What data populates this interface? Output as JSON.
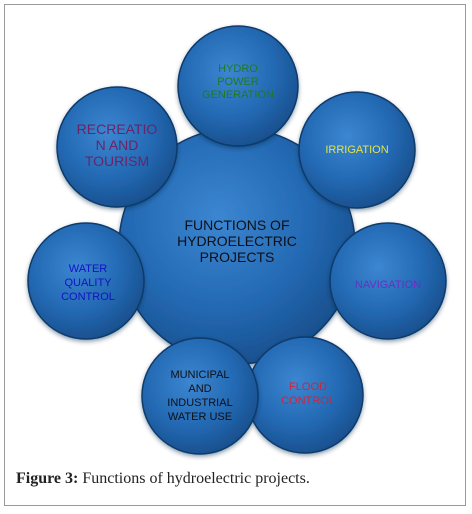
{
  "colors": {
    "circle_fill": "#2369b3",
    "circle_shade": "#164a85",
    "circle_highlight": "#3c86d1",
    "outline": "#0f3a6b",
    "center_text": "#0f0f14",
    "hydro": "#1f7a1f",
    "irrigation": "#e3e34a",
    "navigation": "#6a2fc2",
    "flood": "#d0243c",
    "municipal": "#0f0f14",
    "water_quality": "#1410c6",
    "recreation": "#6a2466"
  },
  "center": {
    "lines": [
      "FUNCTIONS OF",
      "HYDROELECTRIC",
      "PROJECTS"
    ]
  },
  "nodes": {
    "hydro": {
      "lines": [
        "HYDRO",
        "POWER",
        "GENERATION"
      ]
    },
    "irrigation": {
      "lines": [
        "IRRIGATION"
      ]
    },
    "navigation": {
      "lines": [
        "NAVIGATION"
      ]
    },
    "flood": {
      "lines": [
        "FLOOD",
        "CONTROL"
      ]
    },
    "municipal": {
      "lines": [
        "MUNICIPAL",
        "AND",
        "INDUSTRIAL",
        "WATER USE"
      ]
    },
    "water_quality": {
      "lines": [
        "WATER",
        "QUALITY",
        "CONTROL"
      ]
    },
    "recreation": {
      "lines": [
        "RECREATIO",
        "N AND",
        "TOURISM"
      ]
    }
  },
  "caption": {
    "label": "Figure 3:",
    "text": " Functions of hydroelectric projects."
  }
}
